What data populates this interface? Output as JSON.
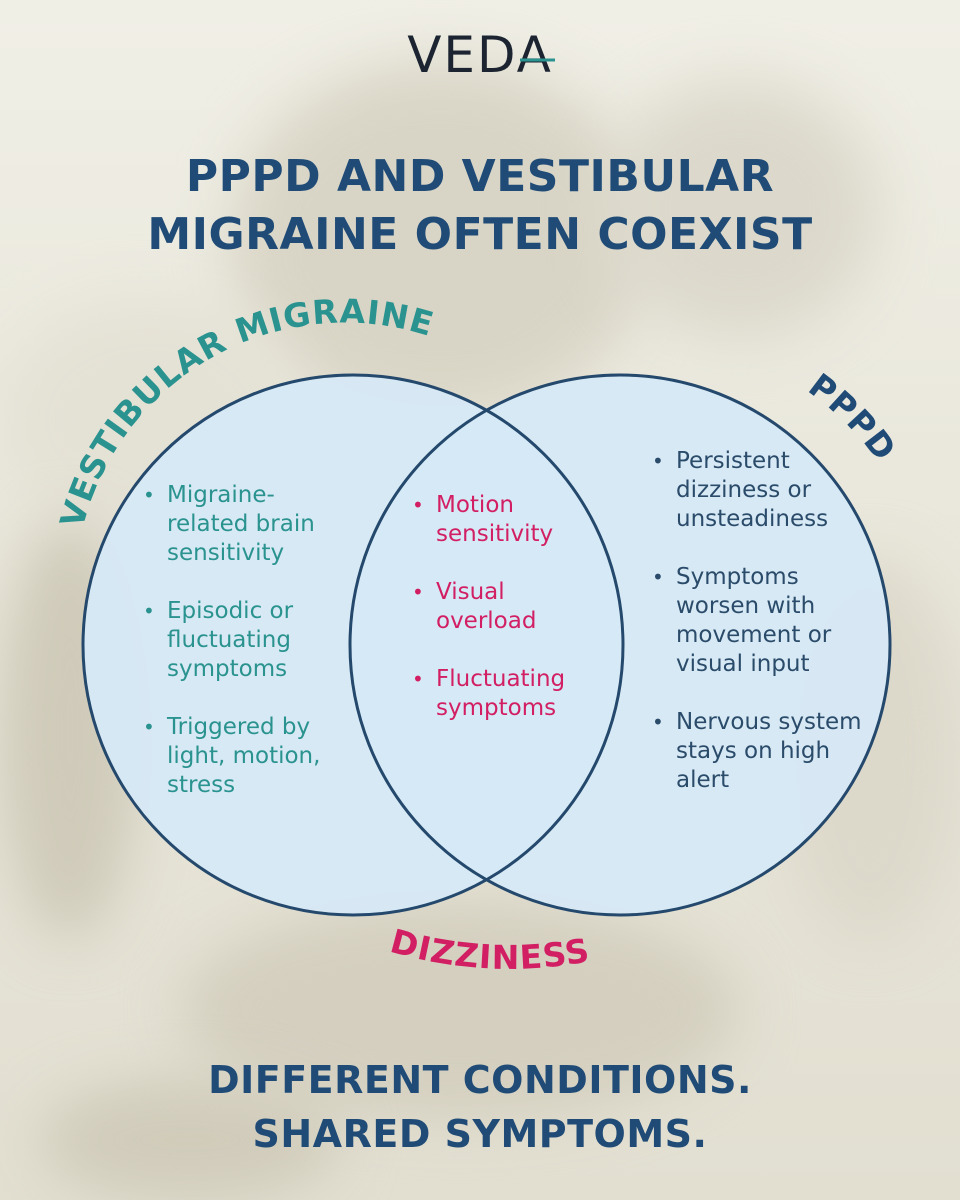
{
  "brand": {
    "logo_text": "VEDA"
  },
  "title": {
    "line1": "PPPD AND VESTIBULAR",
    "line2": "MIGRAINE OFTEN COEXIST"
  },
  "venn": {
    "left_label": "VESTIBULAR MIGRAINE",
    "right_label": "PPPD",
    "bottom_label": "DIZZINESS",
    "left_items": [
      "Migraine-related brain sensitivity",
      "Episodic or fluctuating symptoms",
      "Triggered by light, motion, stress"
    ],
    "center_items": [
      "Motion sensitivity",
      "Visual overload",
      "Fluctuating symptoms"
    ],
    "right_items": [
      "Persistent dizziness or unsteadiness",
      "Symptoms worsen with movement or visual input",
      "Nervous system stays on high alert"
    ]
  },
  "tagline": {
    "line1": "DIFFERENT CONDITIONS.",
    "line2": "SHARED SYMPTOMS."
  },
  "colors": {
    "navy": "#1f4b76",
    "teal": "#2a938f",
    "magenta": "#d21f63",
    "circle_fill": "#d6e9f5",
    "circle_stroke": "#24496d"
  }
}
